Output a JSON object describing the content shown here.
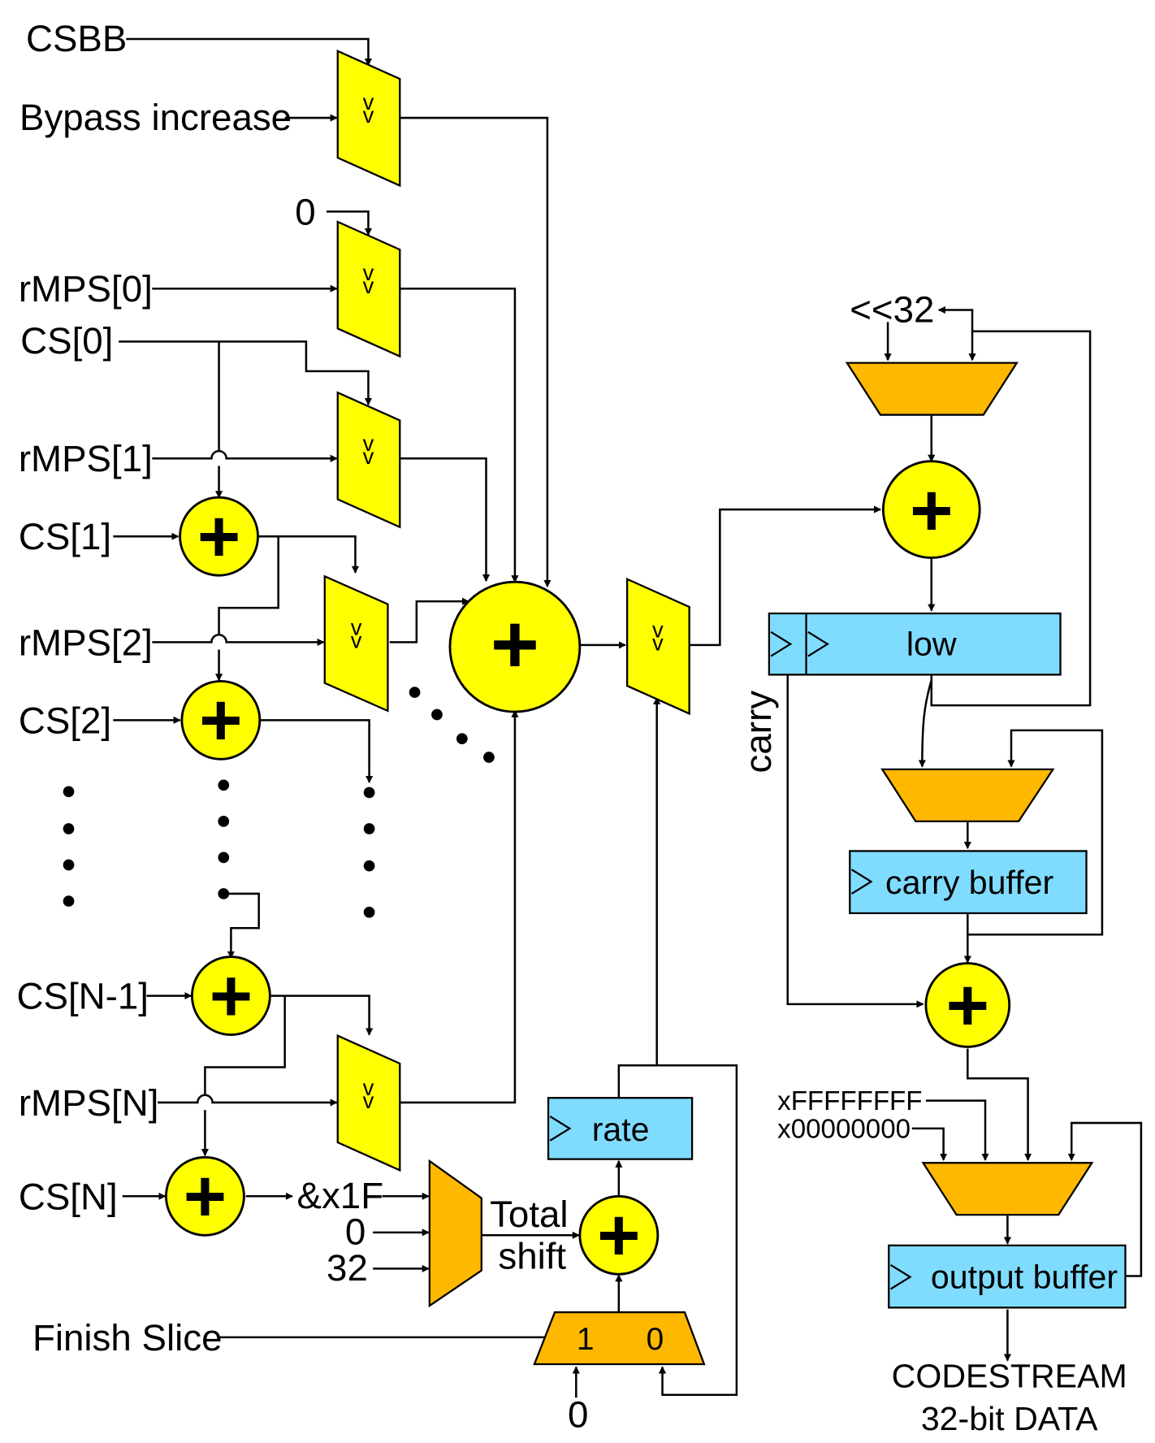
{
  "inputs": {
    "csbb": "CSBB",
    "bypass_increase": "Bypass increase",
    "zero_top": "0",
    "rmps0": "rMPS[0]",
    "cs0": "CS[0]",
    "rmps1": "rMPS[1]",
    "cs1": "CS[1]",
    "rmps2": "rMPS[2]",
    "cs2": "CS[2]",
    "csn1": "CS[N-1]",
    "rmpsn": "rMPS[N]",
    "csn": "CS[N]",
    "finish_slice": "Finish Slice"
  },
  "shift_mux": {
    "mask": "&x1F",
    "zero": "0",
    "thirtytwo": "32",
    "total": "Total",
    "shift": "shift"
  },
  "finish_mux": {
    "one": "1",
    "zero": "0",
    "input_zero": "0"
  },
  "mux_sel": "v v",
  "adder_symbol": "+",
  "registers": {
    "rate": "rate",
    "low": "low",
    "carry_buffer": "carry buffer",
    "output_buffer": "output buffer"
  },
  "labels": {
    "shift32": "<<32",
    "carry": "carry",
    "xffffffff": "xFFFFFFFF",
    "x00000000": "x00000000",
    "codestream": "CODESTREAM",
    "data32": "32-bit DATA"
  },
  "colors": {
    "mux_yellow": "#ffff00",
    "mux_orange": "#ffb800",
    "register_blue": "#80dcff",
    "adder_yellow": "#ffff00"
  }
}
